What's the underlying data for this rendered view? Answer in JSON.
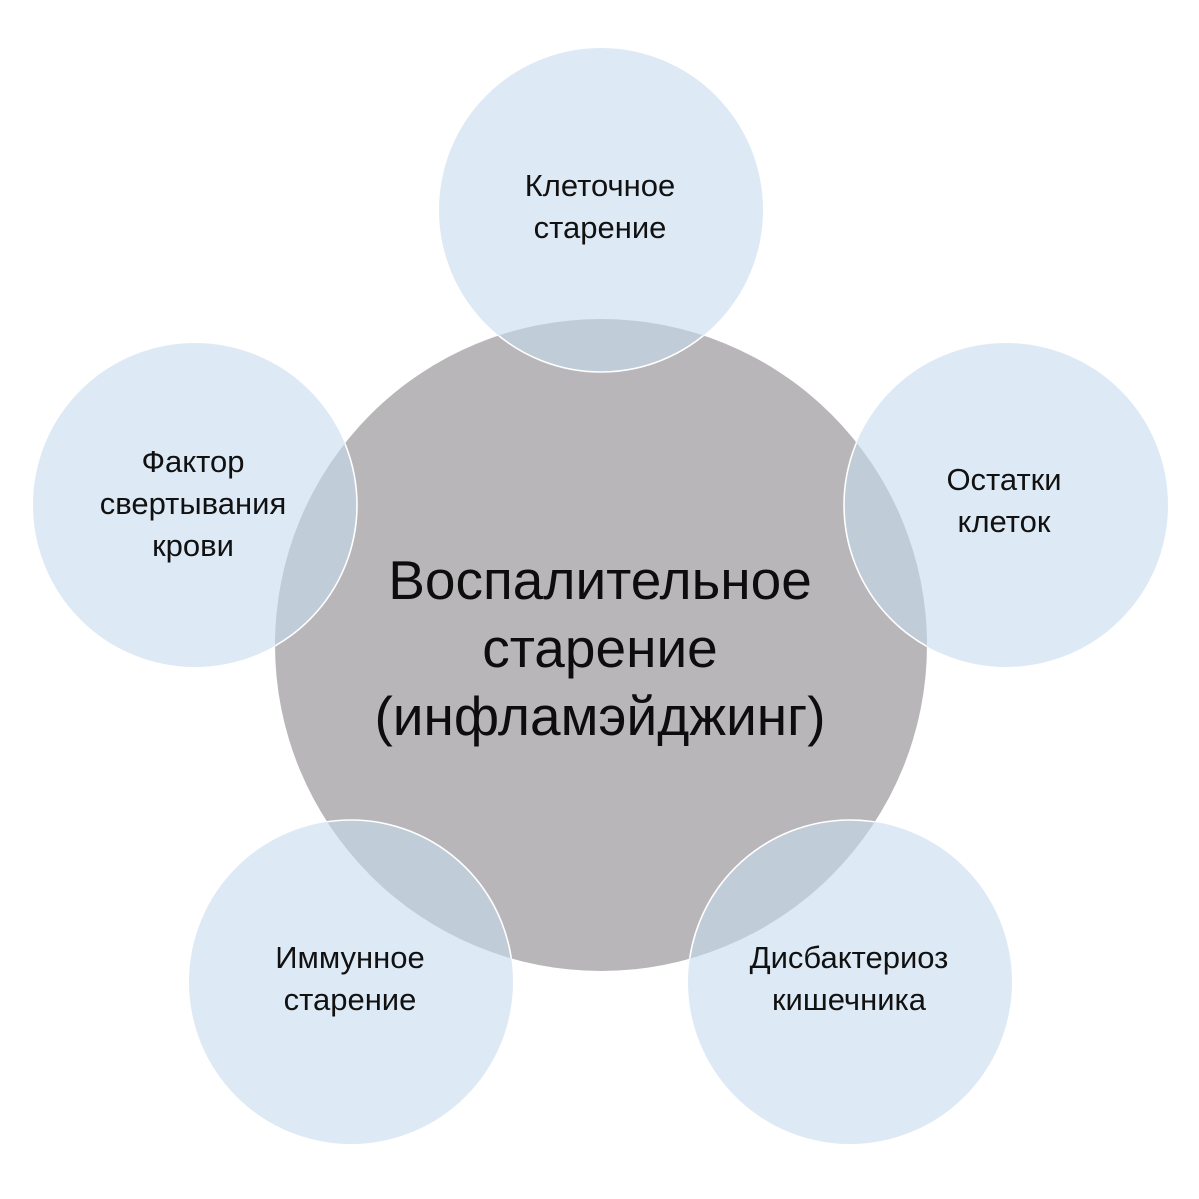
{
  "diagram": {
    "type": "radial-cycle",
    "colors": {
      "background": "#ffffff",
      "center_fill": "#b9b6b9",
      "node_fill": "#dde9f5",
      "overlap_fill": "#c0ccd8",
      "node_stroke": "#ffffff",
      "text": "#111111"
    },
    "center": {
      "lines": [
        "Воспалительное",
        "старение",
        "(инфламэйджинг)"
      ]
    },
    "nodes": [
      {
        "id": "top",
        "lines": [
          "Клеточное",
          "старение"
        ]
      },
      {
        "id": "right",
        "lines": [
          "Остатки",
          "клеток"
        ]
      },
      {
        "id": "bottom-right",
        "lines": [
          "Дисбактериоз",
          "кишечника"
        ]
      },
      {
        "id": "bottom-left",
        "lines": [
          "Иммунное",
          "старение"
        ]
      },
      {
        "id": "left",
        "lines": [
          "Фактор",
          "свертывания",
          "крови"
        ]
      }
    ]
  }
}
